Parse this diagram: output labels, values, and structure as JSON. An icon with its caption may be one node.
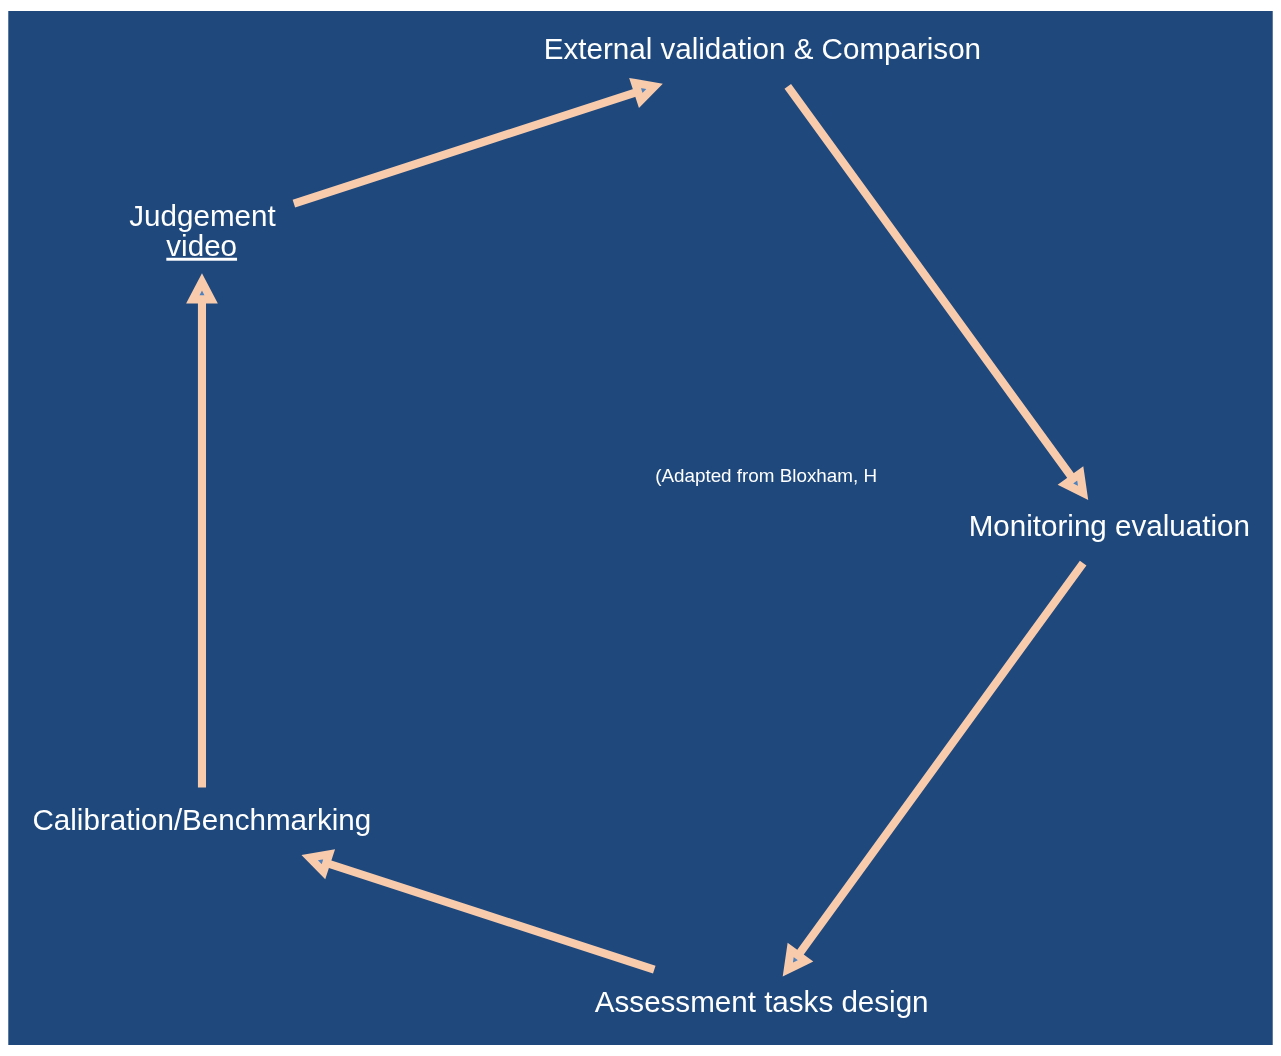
{
  "diagram": {
    "nodes": [
      {
        "text": [
          "Assessment tasks design"
        ]
      },
      {
        "text": [
          "Calibration/Benchmarking"
        ]
      },
      {
        "text": [
          "Judgement",
          "video"
        ]
      },
      {
        "text": [
          "External validation & Comparison"
        ]
      },
      {
        "text": [
          "Monitoring evaluation"
        ]
      }
    ],
    "edges": [
      {
        "from": 0,
        "to": 1,
        "arrow": "to"
      },
      {
        "from": 1,
        "to": 2,
        "arrow": "to"
      },
      {
        "from": 2,
        "to": 3,
        "arrow": "to"
      },
      {
        "from": 3,
        "to": 4,
        "arrow": "to"
      },
      {
        "from": 4,
        "to": 0,
        "arrow": "to"
      }
    ],
    "labels": [
      "(Adapted from Bloxham, H"
    ]
  }
}
